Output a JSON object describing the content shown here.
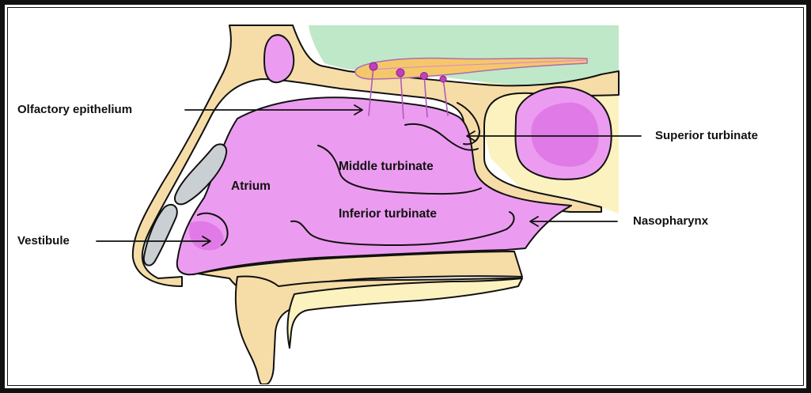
{
  "labels": {
    "olfactory_epithelium": "Olfactory epithelium",
    "superior_turbinate": "Superior turbinate",
    "middle_turbinate": "Middle turbinate",
    "atrium": "Atrium",
    "inferior_turbinate": "Inferior turbinate",
    "nasopharynx": "Nasopharynx",
    "vestibule": "Vestibule"
  },
  "colors": {
    "cavity_pink": "#ec9cf0",
    "cavity_deep": "#e07ae6",
    "bone_tan": "#f6dda8",
    "tissue_yellow": "#fbf2bf",
    "brain_green": "#bfe8c8",
    "cartilage_gray": "#c9cfd2",
    "outline": "#111111"
  }
}
